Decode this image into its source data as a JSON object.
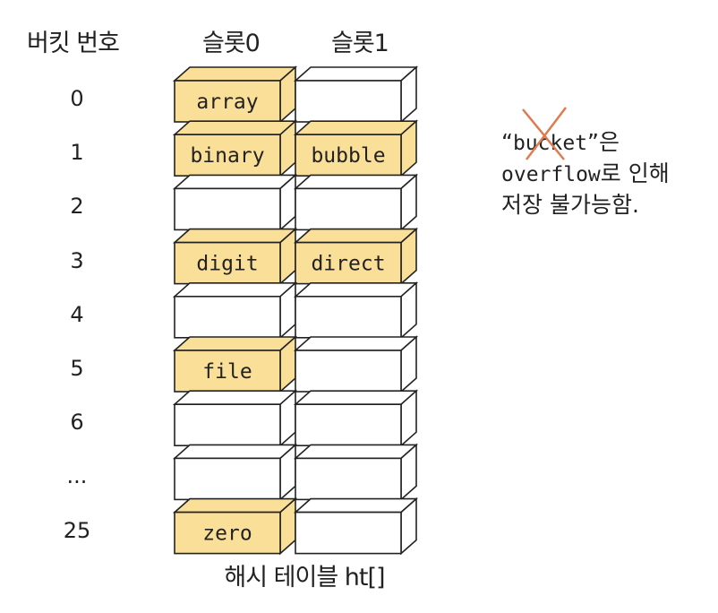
{
  "headers": {
    "bucket_number": "버킷 번호",
    "slot0": "슬롯0",
    "slot1": "슬롯1"
  },
  "rows": [
    {
      "bucket": "0",
      "slot0": "array",
      "slot1": ""
    },
    {
      "bucket": "1",
      "slot0": "binary",
      "slot1": "bubble"
    },
    {
      "bucket": "2",
      "slot0": "",
      "slot1": ""
    },
    {
      "bucket": "3",
      "slot0": "digit",
      "slot1": "direct"
    },
    {
      "bucket": "4",
      "slot0": "",
      "slot1": ""
    },
    {
      "bucket": "5",
      "slot0": "file",
      "slot1": ""
    },
    {
      "bucket": "6",
      "slot0": "",
      "slot1": ""
    },
    {
      "bucket": "...",
      "slot0": "",
      "slot1": ""
    },
    {
      "bucket": "25",
      "slot0": "zero",
      "slot1": ""
    }
  ],
  "caption": "해시 테이블 ht[]",
  "note": {
    "quote_open": "“",
    "word": "bucket",
    "quote_close": "”",
    "line1_suffix": "은",
    "line2_mono": "overflow",
    "line2_suffix": "로 인해",
    "line3": "저장 불가능함."
  },
  "colors": {
    "filled": "#fadf99",
    "empty": "#ffffff",
    "stroke": "#222222",
    "cross": "#e07b4f"
  }
}
